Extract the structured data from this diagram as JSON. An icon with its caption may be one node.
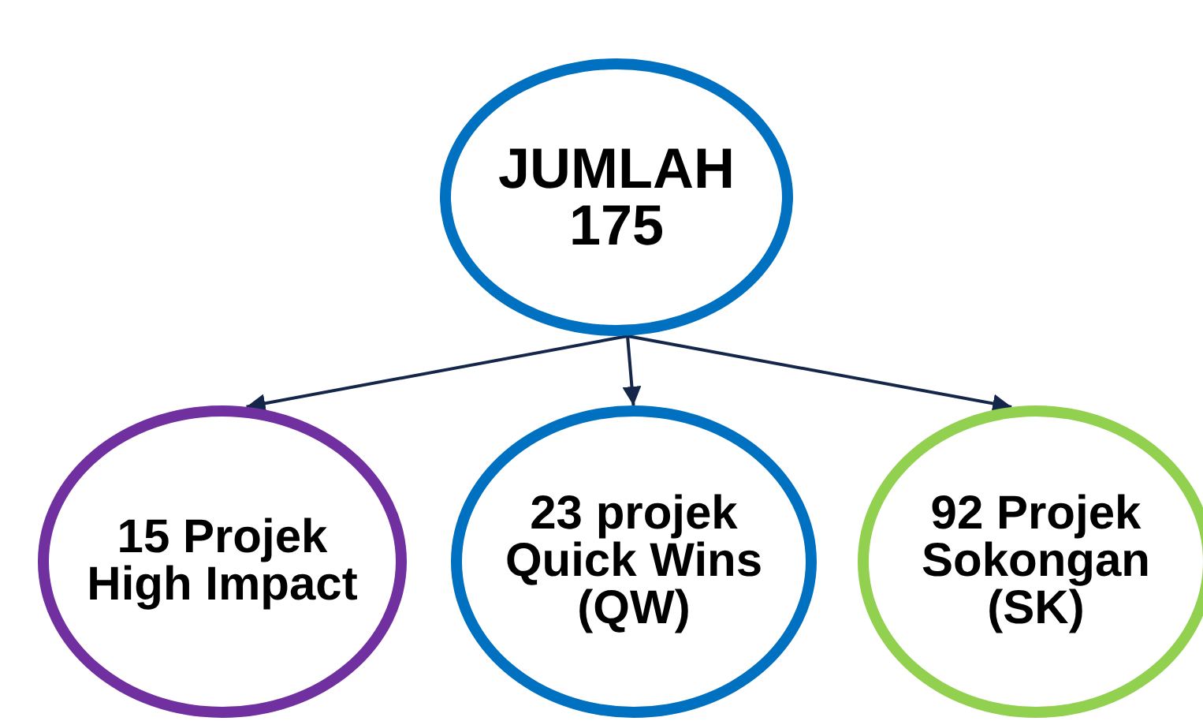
{
  "diagram": {
    "nodes": [
      {
        "text": [
          "JUMLAH 175"
        ]
      },
      {
        "text": [
          "15 Projek High Impact"
        ]
      },
      {
        "text": [
          "23 projek Quick Wins (QW)"
        ]
      },
      {
        "text": [
          "92 Projek Sokongan (SK)"
        ]
      }
    ],
    "edges": [
      {
        "from": 0,
        "to": 1,
        "arrow": "to"
      },
      {
        "from": 0,
        "to": 2,
        "arrow": "to"
      },
      {
        "from": 0,
        "to": 3,
        "arrow": "to"
      }
    ]
  }
}
